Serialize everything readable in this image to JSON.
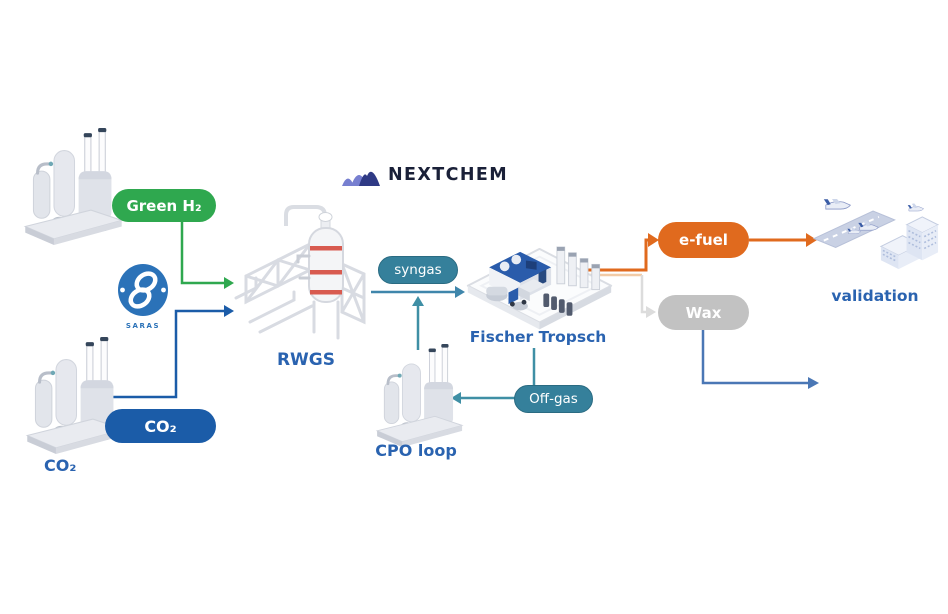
{
  "brand": {
    "name": "NEXTCHEM"
  },
  "source_logo": {
    "name": "SARAS"
  },
  "pills": {
    "green_h2": "Green H₂",
    "co2": "CO₂",
    "syngas": "syngas",
    "off_gas": "Off-gas",
    "e_fuel": "e-fuel",
    "wax": "Wax"
  },
  "captions": {
    "co2_source": "CO₂",
    "rwgs": "RWGS",
    "fischer_tropsch": "Fischer Tropsch",
    "cpo_loop": "CPO loop",
    "validation": "validation"
  },
  "colors": {
    "green": "#2fa84f",
    "dark_blue": "#1b5ca8",
    "teal": "#3f8fa5",
    "teal_pill": "#35809b",
    "steel_blue": "#3f86ab",
    "orange": "#e06a1e",
    "orange_light": "#f2cba6",
    "wax_gray": "#c2c2c2",
    "light_gray": "#dcdcdc",
    "flow_blue": "#4a77b5",
    "caption_blue": "#2a63b0",
    "navy": "#1a2038",
    "saras_blue": "#2b72b8"
  }
}
